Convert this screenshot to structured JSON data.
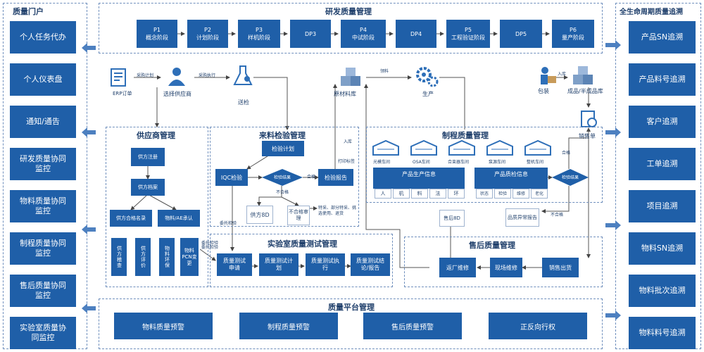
{
  "left_panel": {
    "title": "质量门户",
    "items": [
      "个人任务代办",
      "个人仪表盘",
      "通知/通告",
      "研发质量协同监控",
      "物料质量协同监控",
      "制程质量协同监控",
      "售后质量协同监控",
      "实验室质量协同监控"
    ]
  },
  "right_panel": {
    "title": "全生命周期质量追溯",
    "items": [
      "产品SN追溯",
      "产品料号追溯",
      "客户追溯",
      "工单追溯",
      "项目追溯",
      "物料SN追溯",
      "物料批次追溯",
      "物料料号追溯"
    ]
  },
  "rd": {
    "title": "研发质量管理",
    "phases": [
      {
        "code": "P1",
        "name": "概念阶段"
      },
      {
        "code": "P2",
        "name": "计划阶段"
      },
      {
        "code": "P3",
        "name": "样机阶段"
      },
      {
        "code": "DP3",
        "name": ""
      },
      {
        "code": "P4",
        "name": "中试阶段"
      },
      {
        "code": "DP4",
        "name": ""
      },
      {
        "code": "P5",
        "name": "工程验证阶段"
      },
      {
        "code": "DP5",
        "name": ""
      },
      {
        "code": "P6",
        "name": "量产阶段"
      }
    ]
  },
  "flow": {
    "erp": "ERP订单",
    "purchase_plan": "采购计划",
    "select_supplier": "选择供应商",
    "purchase_exec": "采购执行",
    "send_inspect": "送检",
    "raw_warehouse": "原材料库",
    "issue_material": "领料",
    "produce": "生产",
    "pack": "包装",
    "inbound": "入库",
    "finished_warehouse": "成品/半成品库",
    "sales_order": "销售单"
  },
  "supplier": {
    "title": "供应商管理",
    "register": "供方注册",
    "archive": "供方档案",
    "qualified_list": "供方合格名录",
    "material_ae": "物料/AE承认",
    "audit": "供方稽查",
    "evaluate": "供方评价",
    "material_env": "物料环保",
    "material_pcn": "物料PCN变更",
    "commission": "委托检验"
  },
  "incoming": {
    "title": "来料检验管理",
    "plan": "检验计划",
    "iqc": "IQC检验",
    "result": "检验结果",
    "qualified": "合格",
    "report": "检验报告",
    "unqualified": "不合格",
    "supplier_8d": "供方8D",
    "nc_review": "不合格审理",
    "special": "特采、部分特采、挑选使用、退货",
    "commission": "委托检验",
    "print_label": "打印标签",
    "inbound": "入库"
  },
  "manufacturing": {
    "title": "制程质量管理",
    "workshops": [
      "光模车间",
      "OSA车间",
      "合束器车间",
      "泵源车间",
      "整机车间"
    ],
    "prod_info": "产品生产信息",
    "factors": [
      "人",
      "机",
      "料",
      "法",
      "环"
    ],
    "quality_info": "产品质检信息",
    "qc_items": [
      "状态",
      "检验",
      "维修",
      "老化"
    ],
    "qc_result": "检验结果",
    "qualified": "合格",
    "unqualified": "不合格",
    "after_8d": "售后8D",
    "anomaly_report": "品质异常报告"
  },
  "lab": {
    "title": "实验室质量测试管理",
    "steps": [
      "质量测试申请",
      "质量测试计划",
      "质量测试执行",
      "质量测试结论/报告"
    ],
    "commission": "委托检验"
  },
  "after_sales": {
    "title": "售后质量管理",
    "steps": [
      "返厂维修",
      "现场维修",
      "销售出货"
    ]
  },
  "platform": {
    "title": "质量平台管理",
    "items": [
      "物料质量预警",
      "制程质量预警",
      "售后质量预警",
      "正反向行权"
    ]
  },
  "colors": {
    "block": "#1f5fa8",
    "arrow": "#4d80c0",
    "dash": "#6f8fbd",
    "line": "#555555"
  }
}
